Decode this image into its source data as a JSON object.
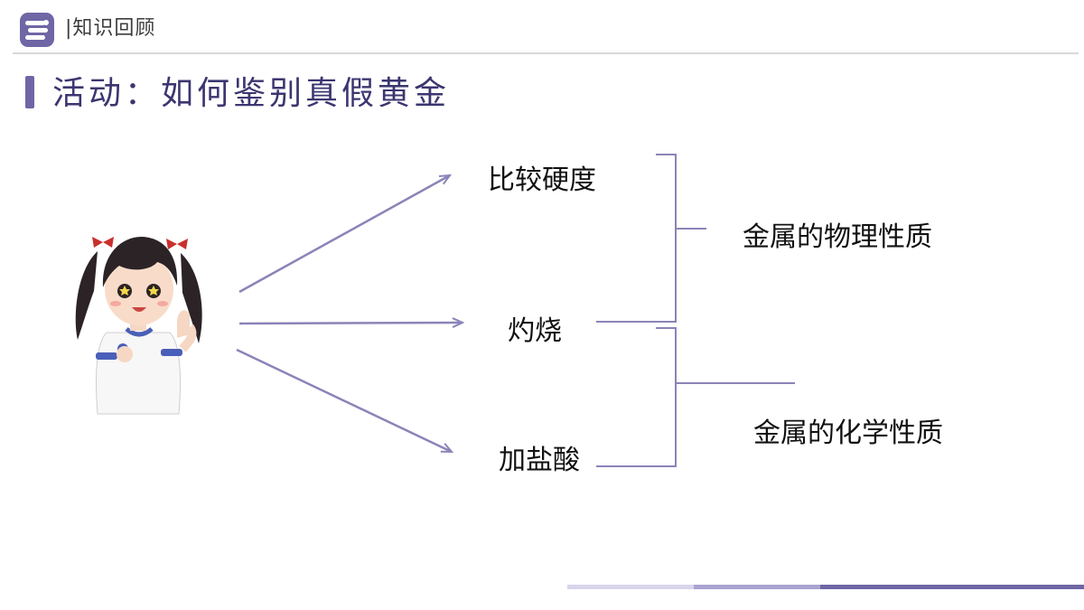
{
  "header": {
    "section_label": "|知识回顾"
  },
  "slide": {
    "title": "活动：如何鉴别真假黄金"
  },
  "diagram": {
    "methods": [
      "比较硬度",
      "灼烧",
      "加盐酸"
    ],
    "properties": [
      "金属的物理性质",
      "金属的化学性质"
    ]
  },
  "colors": {
    "accent": "#6f66a6",
    "title_text": "#3b3670",
    "line": "#8a84b8"
  }
}
